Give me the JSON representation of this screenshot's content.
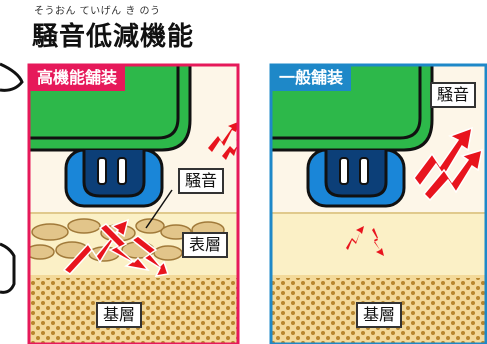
{
  "title": {
    "ruby": "そうおん ていげん き のう",
    "text": "騒音低減機能"
  },
  "panels": {
    "left": {
      "header": "高機能舗装",
      "header_color": "#e6195a",
      "labels": {
        "noise": "騒音",
        "surface": "表層",
        "base": "基層"
      }
    },
    "right": {
      "header": "一般舗装",
      "header_color": "#1e88c8",
      "labels": {
        "noise": "騒音",
        "base": "基層"
      }
    }
  },
  "colors": {
    "car_body": "#2db84a",
    "tire": "#1a86d8",
    "noise_arrow": "#e8141e",
    "surface_layer": "#fbf0c6",
    "base_layer": "#f3d99a",
    "aggregate": "#e2c58a",
    "page_bg": "#fdf6e8"
  }
}
